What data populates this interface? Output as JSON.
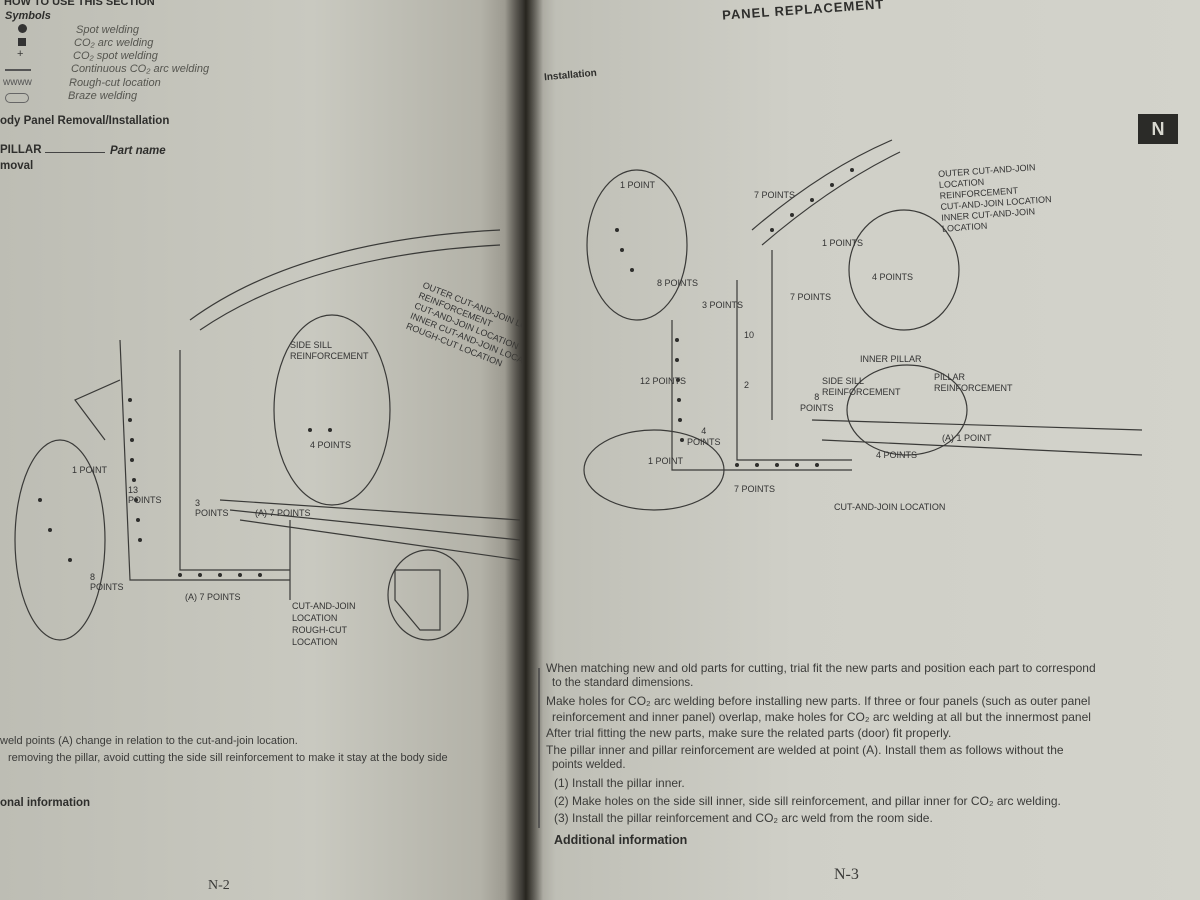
{
  "left_page": {
    "section_header": "HOW TO USE THIS SECTION",
    "symbols_title": "Symbols",
    "symbols": [
      {
        "icon": "dot-icon",
        "label": "Spot welding"
      },
      {
        "icon": "square-icon",
        "label": "CO₂ arc welding"
      },
      {
        "icon": "plus-icon",
        "label": "CO₂ spot welding"
      },
      {
        "icon": "line-icon",
        "label": "Continuous CO₂ arc welding"
      },
      {
        "icon": "zigzag-icon",
        "label": "Rough-cut location"
      },
      {
        "icon": "oval-icon",
        "label": "Braze welding"
      }
    ],
    "heading": "ody Panel Removal/Installation",
    "part": "PILLAR",
    "part_name_label": "Part name",
    "subheading": "moval",
    "diagram_labels": [
      "OUTER CUT-AND-JOIN LOCATION",
      "REINFORCEMENT",
      "CUT-AND-JOIN LOCATION",
      "INNER CUT-AND-JOIN LOCATION",
      "ROUGH-CUT LOCATION",
      "SIDE SILL",
      "REINFORCEMENT",
      "4 POINTS",
      "1 POINT",
      "13 POINTS",
      "3 POINTS",
      "(A) 7 POINTS",
      "8 POINTS",
      "(A) 7 POINTS",
      "CUT-AND-JOIN",
      "LOCATION",
      "ROUGH-CUT",
      "LOCATION"
    ],
    "notes": [
      "weld points (A) change in relation to the cut-and-join location.",
      "removing the pillar, avoid cutting the side sill reinforcement to make it stay at the body side"
    ],
    "footer_heading": "onal information",
    "page_number": "N-2"
  },
  "right_page": {
    "header": "PANEL REPLACEMENT",
    "tab": "N",
    "subheading": "Installation",
    "diagram_labels": [
      "OUTER CUT-AND-JOIN",
      "LOCATION",
      "REINFORCEMENT",
      "CUT-AND-JOIN LOCATION",
      "INNER CUT-AND-JOIN",
      "LOCATION",
      "1 POINT",
      "7 POINTS",
      "1 POINTS",
      "4 POINTS",
      "8 POINTS",
      "3 POINTS",
      "7 POINTS",
      "12 POINTS",
      "10",
      "2",
      "INNER PILLAR",
      "SIDE SILL",
      "REINFORCEMENT",
      "PILLAR",
      "REINFORCEMENT",
      "8",
      "POINTS",
      "4",
      "POINTS",
      "1 POINT",
      "(A) 1 POINT",
      "4 POINTS",
      "7 POINTS",
      "CUT-AND-JOIN LOCATION"
    ],
    "notes": [
      "When matching new and old parts for cutting, trial fit the new parts and position each part to correspond",
      "to the standard dimensions.",
      "Make holes for CO₂ arc welding before installing new parts.   If three or four panels (such as outer panel",
      "reinforcement and inner panel) overlap, make holes for CO₂ arc welding at all but the innermost panel",
      "After trial fitting the new parts, make sure the related parts (door) fit properly.",
      "The pillar inner and pillar reinforcement are welded at point (A).   Install them as follows without the",
      "points welded.",
      "(1) Install the pillar inner.",
      "(2) Make holes on the side sill inner, side sill reinforcement, and pillar inner for CO₂ arc welding.",
      "(3) Install the pillar reinforcement and CO₂ arc weld from the room side."
    ],
    "footer_heading": "Additional information",
    "page_number": "N-3"
  }
}
